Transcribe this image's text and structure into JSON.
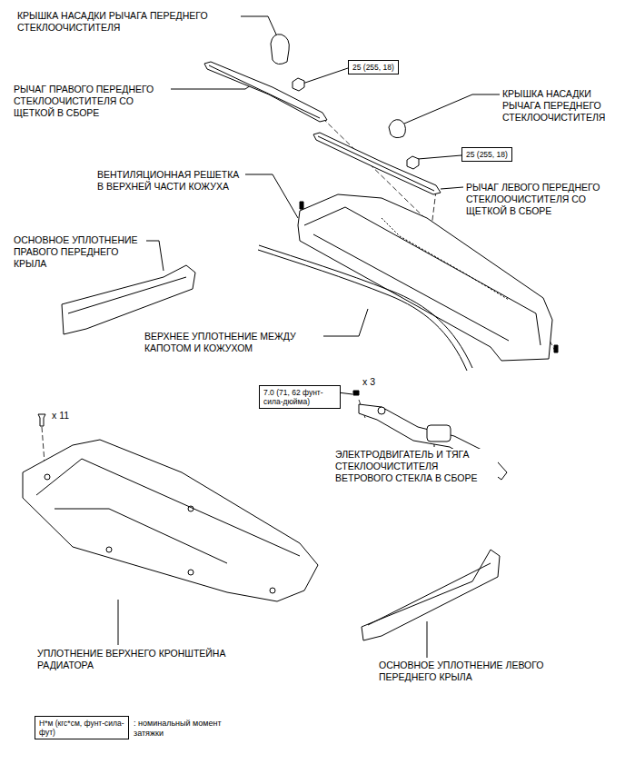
{
  "diagram": {
    "nodes": [
      {
        "text": [
          "25 (255, 18)"
        ]
      },
      {
        "text": [
          "25 (255, 18)"
        ]
      },
      {
        "text": [
          "7.0 (71, 62 фунт-сила-дюйма)"
        ]
      },
      {
        "text": [
          "Н*м (кгс*см, фунт-сила-фут)"
        ]
      }
    ],
    "labels": [
      "КРЫШКА НАСАДКИ РЫЧАГА ПЕРЕДНЕГО СТЕКЛООЧИСТИТЕЛЯ",
      "РЫЧАГ ПРАВОГО ПЕРЕДНЕГО СТЕКЛООЧИСТИТЕЛЯ СО ЩЕТКОЙ В СБОРЕ",
      "КРЫШКА НАСАДКИ РЫЧАГА ПЕРЕДНЕГО СТЕКЛООЧИСТИТЕЛЯ",
      "ВЕНТИЛЯЦИОННАЯ РЕШЕТКА В ВЕРХНЕЙ ЧАСТИ КОЖУХА",
      "РЫЧАГ ЛЕВОГО ПЕРЕДНЕГО СТЕКЛООЧИСТИТЕЛЯ СО ЩЕТКОЙ В СБОРЕ",
      "ОСНОВНОЕ УПЛОТНЕНИЕ ПРАВОГО ПЕРЕДНЕГО КРЫЛА",
      "ВЕРХНЕЕ УПЛОТНЕНИЕ МЕЖДУ КАПОТОМ И КОЖУХОМ",
      "x 3",
      "x 11",
      "ЭЛЕКТРОДВИГАТЕЛЬ И ТЯГА СТЕКЛООЧИСТИТЕЛЯ ВЕТРОВОГО СТЕКЛА В СБОРЕ",
      "УПЛОТНЕНИЕ ВЕРХНЕГО КРОНШТЕЙНА РАДИАТОРА",
      "ОСНОВНОЕ УПЛОТНЕНИЕ ЛЕВОГО ПЕРЕДНЕГО КРЫЛА"
    ],
    "legend": [
      {
        "text": ": номинальный момент затяжки"
      }
    ]
  }
}
